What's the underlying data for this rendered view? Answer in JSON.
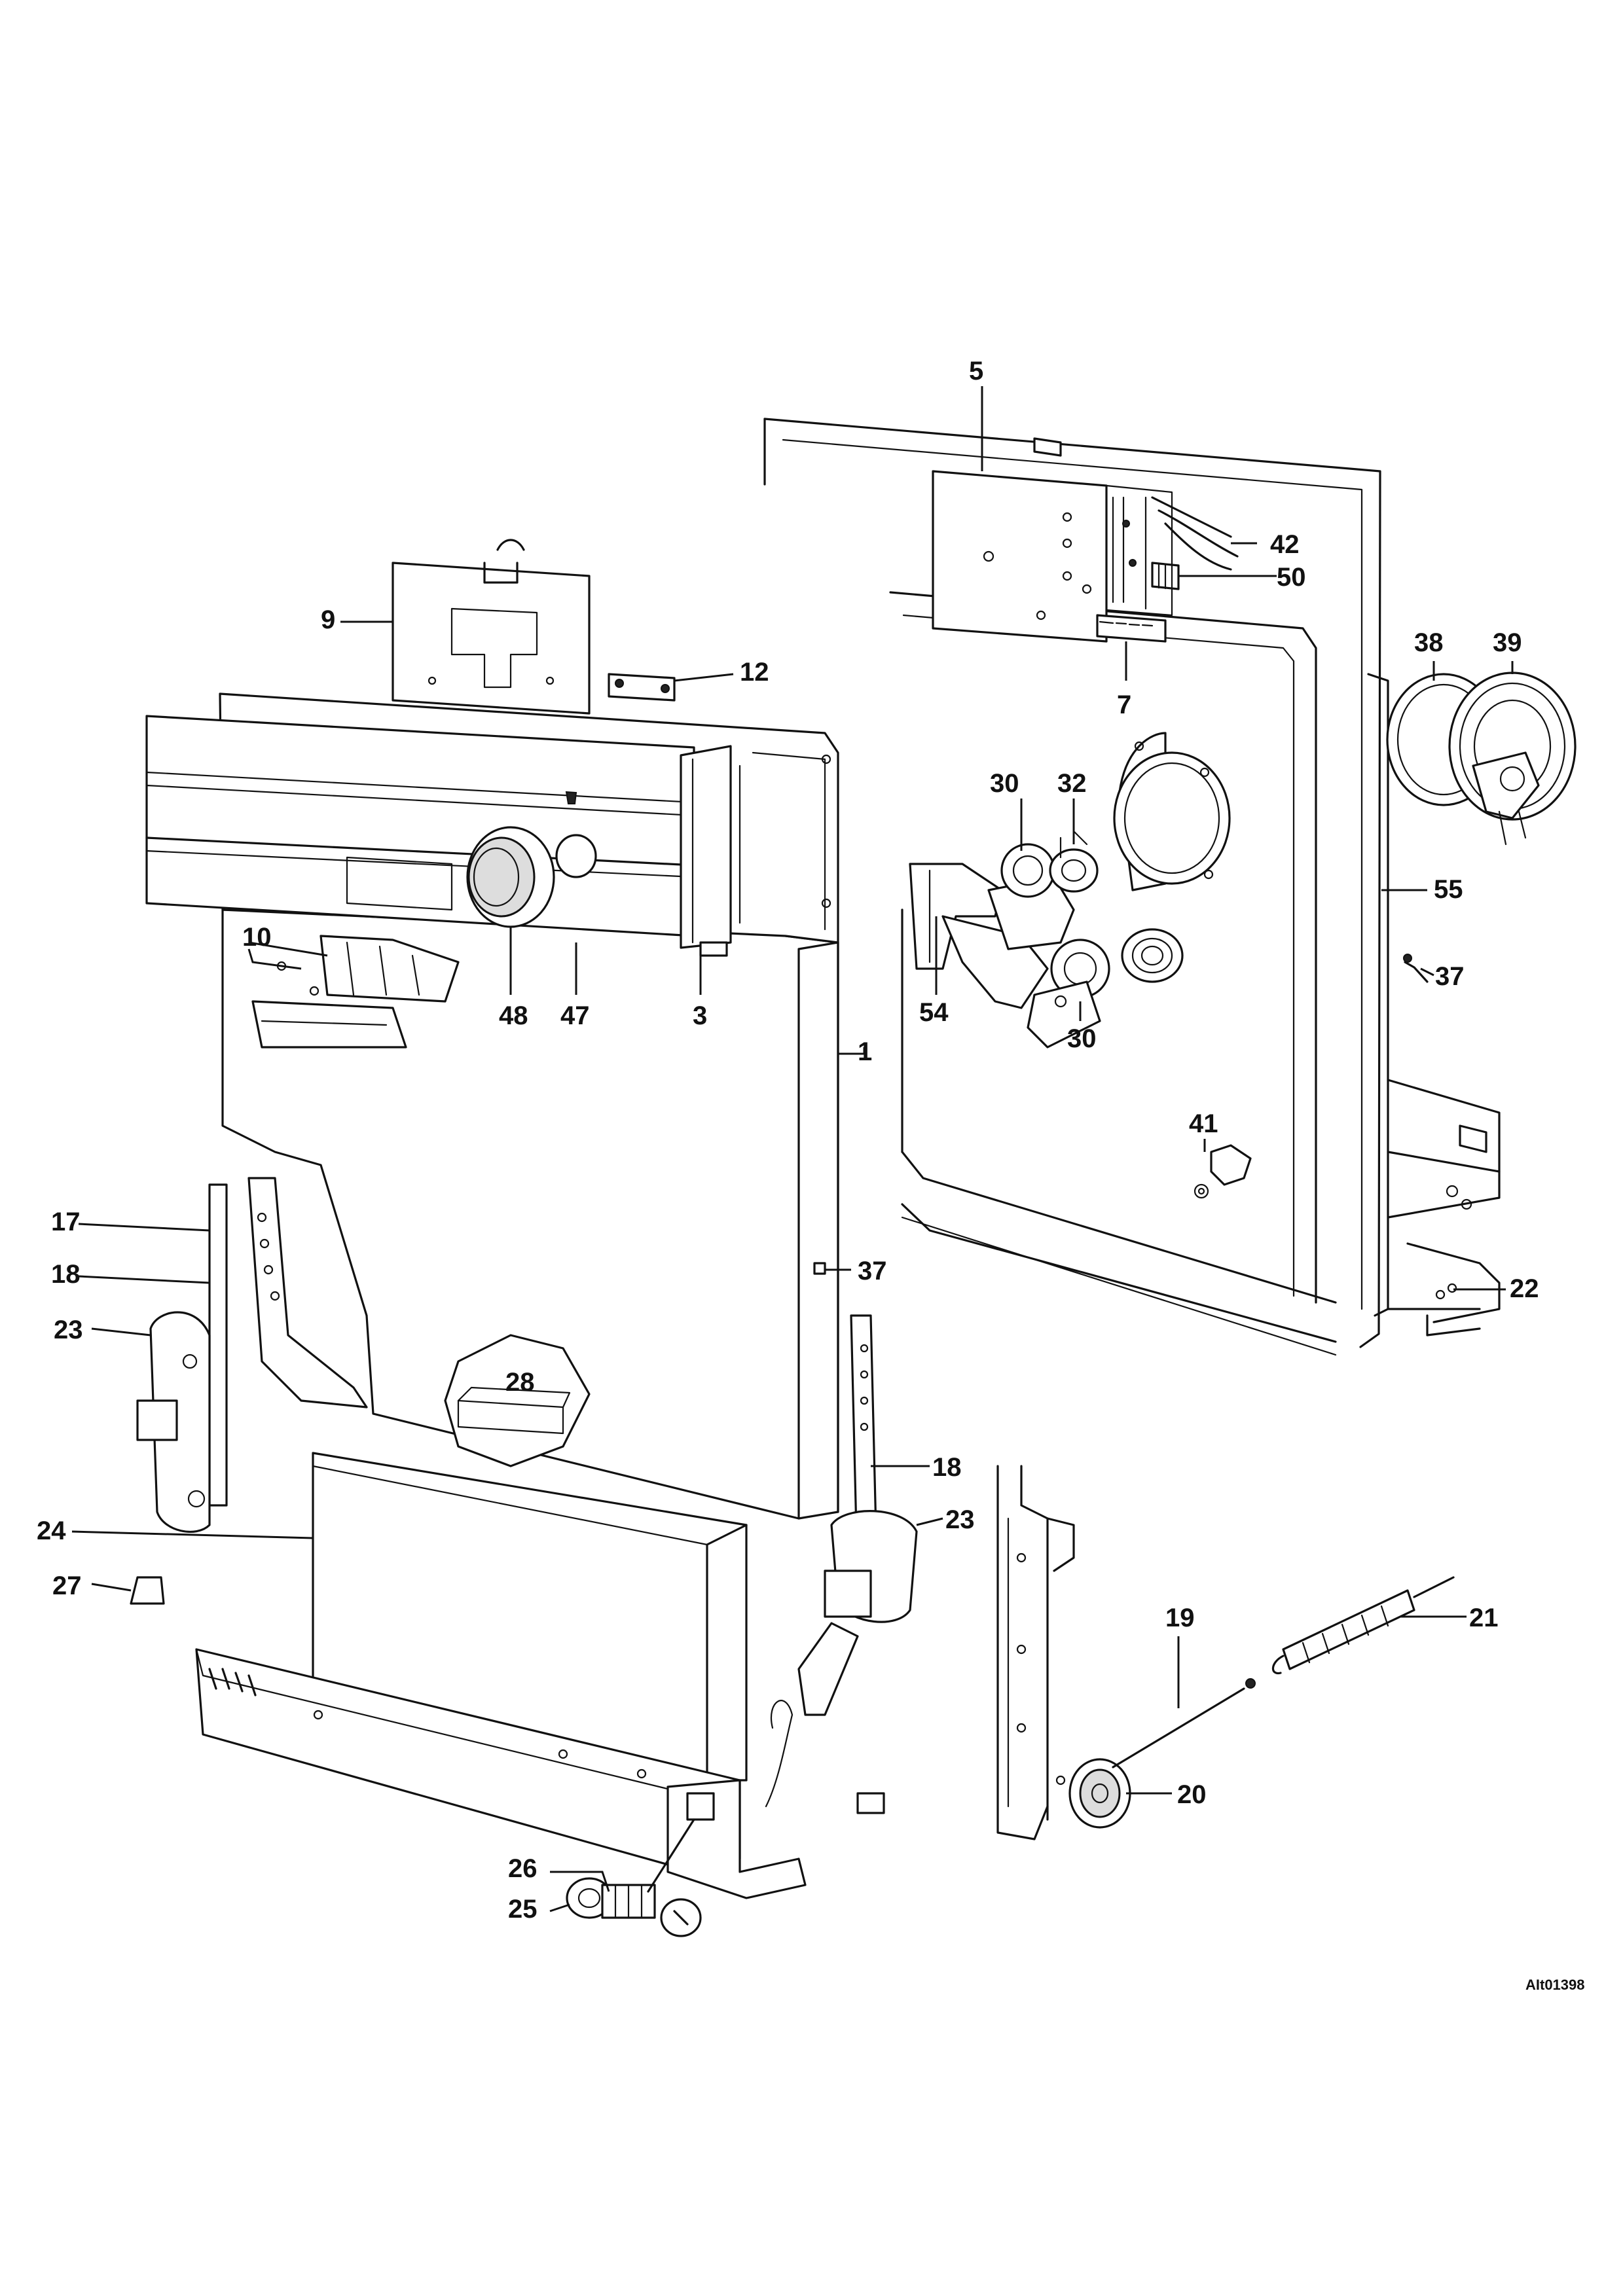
{
  "drawing": {
    "reference_code": "AIt01398",
    "callouts": [
      {
        "id": "c5",
        "label": "5"
      },
      {
        "id": "c42",
        "label": "42"
      },
      {
        "id": "c50",
        "label": "50"
      },
      {
        "id": "c9",
        "label": "9"
      },
      {
        "id": "c12",
        "label": "12"
      },
      {
        "id": "c7",
        "label": "7"
      },
      {
        "id": "c38",
        "label": "38"
      },
      {
        "id": "c39",
        "label": "39"
      },
      {
        "id": "c30a",
        "label": "30"
      },
      {
        "id": "c32",
        "label": "32"
      },
      {
        "id": "c55",
        "label": "55"
      },
      {
        "id": "c10",
        "label": "10"
      },
      {
        "id": "c48",
        "label": "48"
      },
      {
        "id": "c47",
        "label": "47"
      },
      {
        "id": "c3",
        "label": "3"
      },
      {
        "id": "c1",
        "label": "1"
      },
      {
        "id": "c54",
        "label": "54"
      },
      {
        "id": "c30b",
        "label": "30"
      },
      {
        "id": "c37a",
        "label": "37"
      },
      {
        "id": "c41",
        "label": "41"
      },
      {
        "id": "c17",
        "label": "17"
      },
      {
        "id": "c18a",
        "label": "18"
      },
      {
        "id": "c23a",
        "label": "23"
      },
      {
        "id": "c37b",
        "label": "37"
      },
      {
        "id": "c22",
        "label": "22"
      },
      {
        "id": "c28",
        "label": "28"
      },
      {
        "id": "c18b",
        "label": "18"
      },
      {
        "id": "c24",
        "label": "24"
      },
      {
        "id": "c23b",
        "label": "23"
      },
      {
        "id": "c27",
        "label": "27"
      },
      {
        "id": "c19",
        "label": "19"
      },
      {
        "id": "c21",
        "label": "21"
      },
      {
        "id": "c20",
        "label": "20"
      },
      {
        "id": "c26",
        "label": "26"
      },
      {
        "id": "c25",
        "label": "25"
      }
    ]
  }
}
